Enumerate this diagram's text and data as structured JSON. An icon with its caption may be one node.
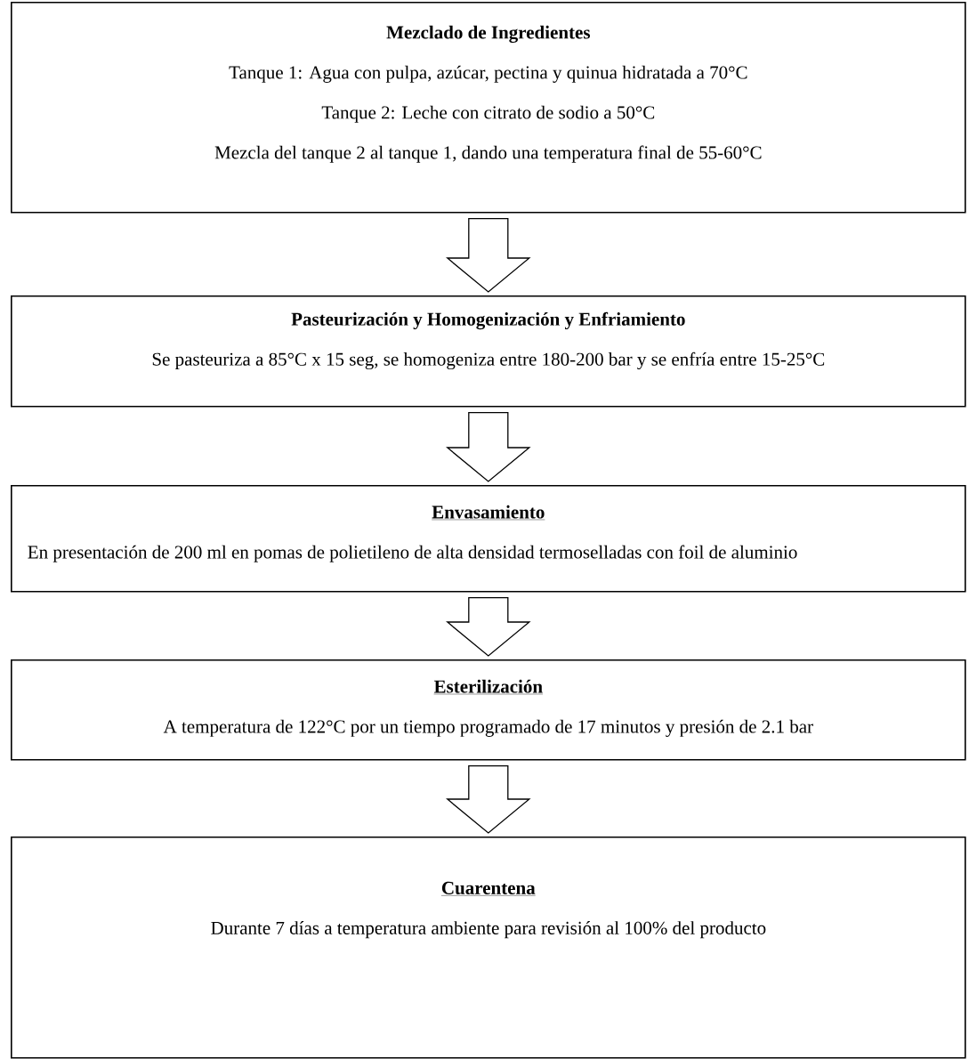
{
  "diagram": {
    "nodes": [
      {
        "text": [
          "Mezclado de Ingredientes",
          "Tanque 1: Agua con pulpa, azúcar, pectina y quinua hidratada a 70°C",
          "Tanque 2: Leche con citrato de sodio a 50°C",
          "Mezcla del tanque 2 al tanque 1, dando una temperatura final de 55-60°C"
        ]
      },
      {
        "text": [
          "Pasteurización y Homogenización y Enfriamiento",
          "Se pasteuriza a 85°C x 15 seg, se homogeniza entre 180-200 bar y se enfría entre 15-25°C"
        ]
      },
      {
        "text": [
          "Envasamiento",
          "En presentación de 200 ml en pomas de polietileno de alta densidad termoselladas con foil de aluminio"
        ]
      },
      {
        "text": [
          "Esterilización",
          "A temperatura de 122°C por un tiempo programado de 17 minutos y presión de 2.1 bar"
        ]
      },
      {
        "text": [
          "Cuarentena",
          "Durante 7 días a temperatura ambiente para revisión al 100% del producto"
        ]
      }
    ],
    "edges": [
      {
        "from": 0,
        "to": 1,
        "arrow": "to"
      },
      {
        "from": 1,
        "to": 2,
        "arrow": "to"
      },
      {
        "from": 2,
        "to": 3,
        "arrow": "to"
      },
      {
        "from": 3,
        "to": 4,
        "arrow": "to"
      }
    ]
  }
}
